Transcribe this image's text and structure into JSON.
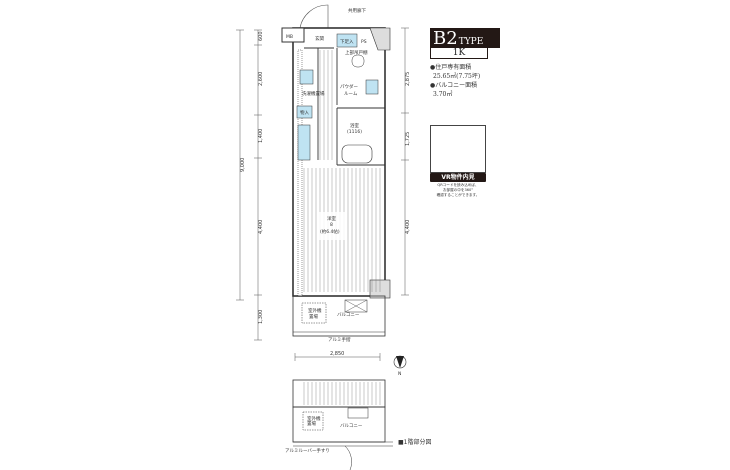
{
  "plan": {
    "corridor": "共用廊下",
    "mb": "MB",
    "entrance": "玄関",
    "shoe_storage": "下足入",
    "ps": "PS",
    "upper_cabinet": "上部吊戸棚",
    "washer": "洗濯機置場",
    "storage": "物入",
    "powder_room": [
      "パウダー",
      "ルーム"
    ],
    "bathroom": [
      "浴室",
      "(1116)"
    ],
    "western_room": [
      "洋室",
      "8",
      "(約6.4帖)"
    ],
    "ac_unit": [
      "室外機",
      "置場"
    ],
    "balcony": "バルコニー",
    "aluminum_rail": "アルミ手摺",
    "north": "N",
    "dims_left": [
      "600",
      "2,600",
      "1,400",
      "9,000",
      "4,400",
      "1,300"
    ],
    "dims_right": [
      "2,875",
      "1,725",
      "4,400"
    ],
    "dim_bottom": "2,850",
    "partial_balcony": "バルコニー",
    "partial_ac": [
      "室外機",
      "置場"
    ],
    "partial_rail": "アルミルーバー手すり",
    "partial_label": "■1階部分図"
  },
  "panel": {
    "type_code": "B2",
    "type_word": "TYPE",
    "layout": "1K",
    "area_label": "●住戸専有面積",
    "area_value": "25.65㎡(7.75坪)",
    "balcony_label": "●バルコニー面積",
    "balcony_value": "3.70㎡",
    "vr_title": "VR物件内見",
    "vr_text": [
      "QRコードを読み込めば、",
      "お部屋の中を360°",
      "確認することができます。"
    ]
  },
  "colors": {
    "fixture_blue": "#bfe3f2",
    "dark": "#231815"
  }
}
